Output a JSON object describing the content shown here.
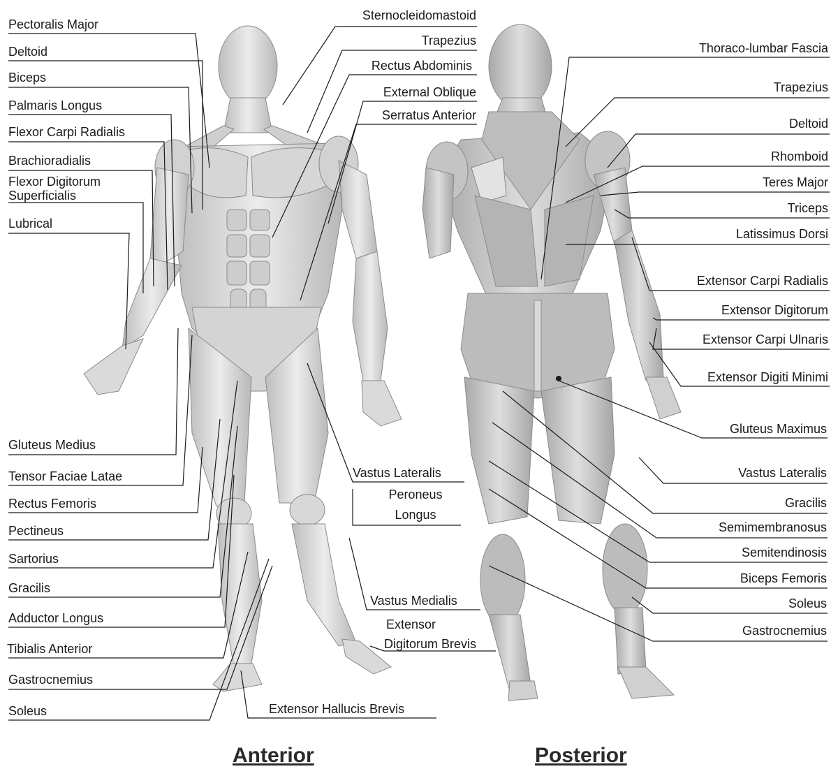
{
  "colors": {
    "line": "#1a1a1a",
    "muscle_light": "#e6e6e6",
    "muscle_mid": "#c9c9c9",
    "muscle_dark": "#9a9a9a"
  },
  "views": {
    "anterior": "Anterior",
    "posterior": "Posterior"
  },
  "anterior_labels": {
    "pectoralis_major": "Pectoralis Major",
    "deltoid": "Deltoid",
    "biceps": "Biceps",
    "palmaris_longus": "Palmaris Longus",
    "flexor_carpi_radialis": "Flexor Carpi Radialis",
    "brachioradialis": "Brachioradialis",
    "flexor_digitorum_1": "Flexor Digitorum",
    "flexor_digitorum_2": "Superficialis",
    "lubrical": "Lubrical",
    "sternocleidomastoid": "Sternocleidomastoid",
    "trapezius": "Trapezius",
    "rectus_abdominis": "Rectus Abdominis",
    "external_oblique": "External Oblique",
    "serratus_anterior": "Serratus Anterior",
    "gluteus_medius": "Gluteus Medius",
    "tensor_faciae_latae": "Tensor Faciae Latae",
    "rectus_femoris": "Rectus Femoris",
    "pectineus": "Pectineus",
    "sartorius": "Sartorius",
    "gracilis": "Gracilis",
    "adductor_longus": "Adductor Longus",
    "tibialis_anterior": "Tibialis Anterior",
    "gastrocnemius": "Gastrocnemius",
    "soleus": "Soleus",
    "vastus_lateralis": "Vastus Lateralis",
    "peroneus_1": "Peroneus",
    "peroneus_2": "Longus",
    "vastus_medialis": "Vastus Medialis",
    "extensor_digitorum_brevis_1": "Extensor",
    "extensor_digitorum_brevis_2": "Digitorum Brevis",
    "extensor_hallucis_brevis": "Extensor Hallucis Brevis"
  },
  "posterior_labels": {
    "thoraco_lumbar_fascia": "Thoraco-lumbar Fascia",
    "trapezius": "Trapezius",
    "deltoid": "Deltoid",
    "rhomboid": "Rhomboid",
    "teres_major": "Teres Major",
    "triceps": "Triceps",
    "latissimus_dorsi": "Latissimus Dorsi",
    "extensor_carpi_radialis": "Extensor Carpi Radialis",
    "extensor_digitorum": "Extensor Digitorum",
    "extensor_carpi_ulnaris": "Extensor Carpi Ulnaris",
    "extensor_digiti_minimi": "Extensor Digiti Minimi",
    "gluteus_maximus": "Gluteus Maximus",
    "vastus_lateralis": "Vastus Lateralis",
    "gracilis": "Gracilis",
    "semimembranosus": "Semimembranosus",
    "semitendinosis": "Semitendinosis",
    "biceps_femoris": "Biceps Femoris",
    "soleus": "Soleus",
    "gastrocnemius": "Gastrocnemius"
  }
}
